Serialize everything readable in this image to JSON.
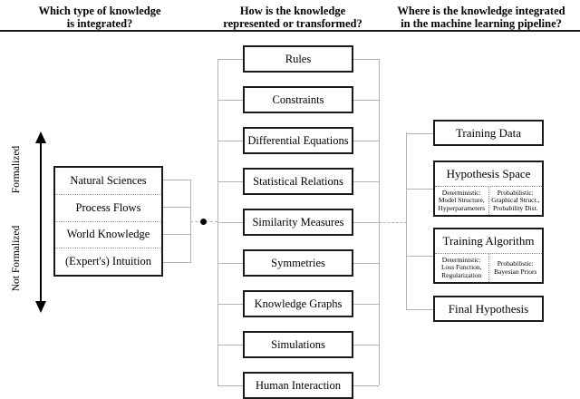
{
  "header": {
    "columns": [
      {
        "line1": "Which type of knowledge",
        "line2": "is integrated?"
      },
      {
        "line1": "How is the knowledge",
        "line2": "represented or transformed?"
      },
      {
        "line1": "Where is the knowledge integrated",
        "line2": "in the machine learning pipeline?"
      }
    ]
  },
  "axis": {
    "top_label": "Formalized",
    "bottom_label": "Not Formalized"
  },
  "knowledge_types": [
    "Natural Sciences",
    "Process Flows",
    "World Knowledge",
    "(Expert's) Intuition"
  ],
  "representations": [
    "Rules",
    "Constraints",
    "Differential Equations",
    "Statistical Relations",
    "Similarity Measures",
    "Symmetries",
    "Knowledge Graphs",
    "Simulations",
    "Human Interaction"
  ],
  "pipeline": {
    "training_data": "Training Data",
    "hypothesis_space": {
      "title": "Hypothesis Space",
      "deterministic": [
        "Deterministic:",
        "Model Structure,",
        "Hyperparameters"
      ],
      "probabilistic": [
        "Probabilistic:",
        "Graphical Struct.,",
        "Probability Dist."
      ]
    },
    "training_algorithm": {
      "title": "Training Algorithm",
      "deterministic": [
        "Deterministic:",
        "Loss Function,",
        "Regularization"
      ],
      "probabilistic": [
        "Probabilistic:",
        "Bayesian Priors"
      ]
    },
    "final_hypothesis": "Final Hypothesis"
  },
  "colors": {
    "background": "#ffffff",
    "text": "#000000",
    "box_border": "#1a1a1a",
    "connector_line": "#b3b3b3",
    "dotted_separator": "#999999"
  }
}
